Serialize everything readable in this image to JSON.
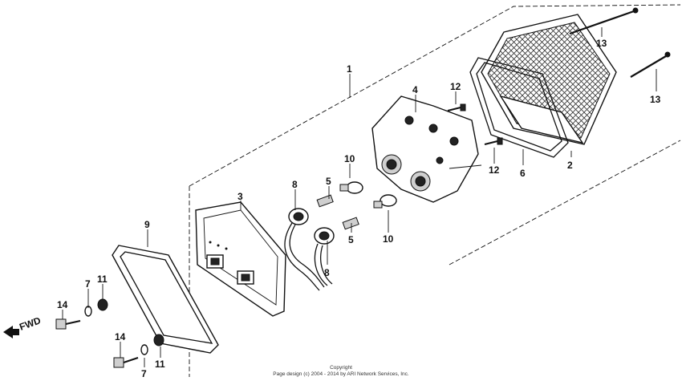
{
  "diagram": {
    "callouts": {
      "c1": "1",
      "c2": "2",
      "c3": "3",
      "c4": "4",
      "c5a": "5",
      "c5b": "5",
      "c6": "6",
      "c7a": "7",
      "c7b": "7",
      "c8a": "8",
      "c8b": "8",
      "c9": "9",
      "c10a": "10",
      "c10b": "10",
      "c11a": "11",
      "c11b": "11",
      "c12a": "12",
      "c12b": "12",
      "c13a": "13",
      "c13b": "13",
      "c14a": "14",
      "c14b": "14"
    },
    "direction_label": "FWD",
    "copyright_line1": "Copyright",
    "copyright_line2": "Page design (c) 2004 - 2014 by ARI Network Services, Inc."
  }
}
